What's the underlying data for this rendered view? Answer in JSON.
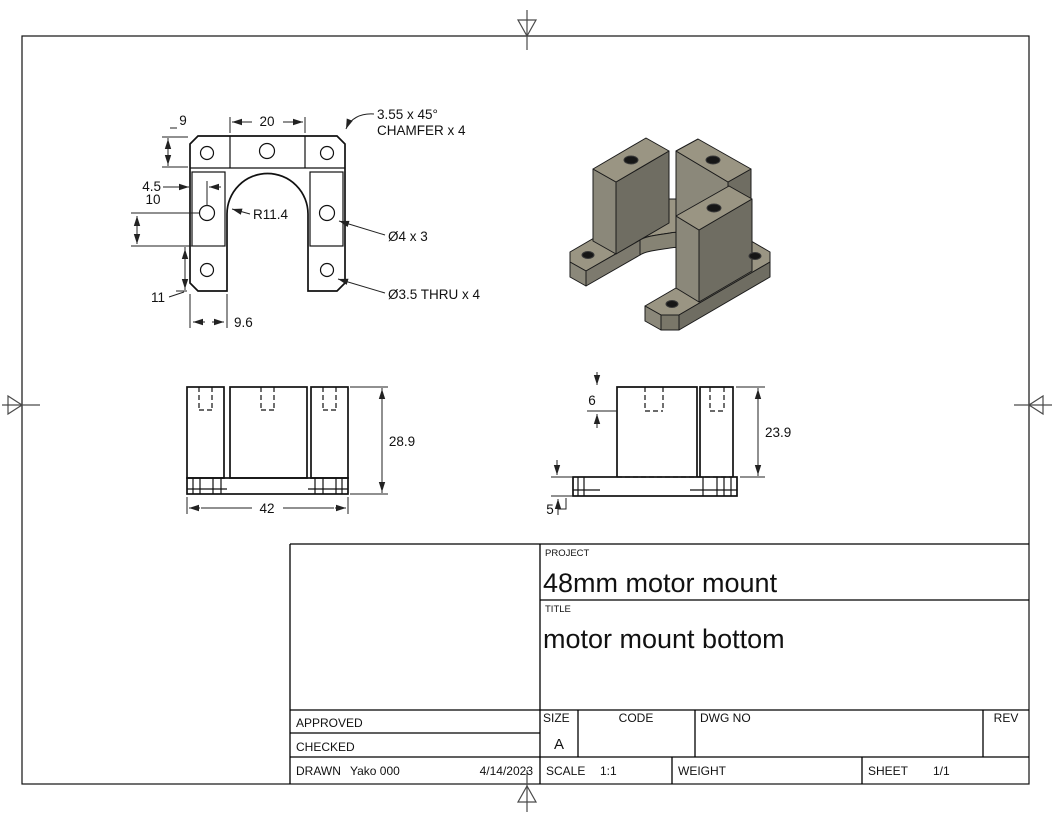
{
  "drawing": {
    "top_view": {
      "dim_9": "9",
      "dim_20": "20",
      "chamfer_note_line1": "3.55 x 45°",
      "chamfer_note_line2": "CHAMFER x 4",
      "dim_4_5": "4.5",
      "dim_10": "10",
      "radius_note": "R11.4",
      "hole_note_dia4": "Ø4 x 3",
      "dim_11": "11",
      "hole_note_dia35": "Ø3.5 THRU x 4",
      "dim_9_6": "9.6"
    },
    "front_view": {
      "dim_height": "28.9",
      "dim_width": "42"
    },
    "side_view": {
      "dim_hole_depth": "6",
      "dim_height": "23.9",
      "dim_base": "5"
    }
  },
  "title_block": {
    "project_label": "PROJECT",
    "project": "48mm motor mount",
    "title_label": "TITLE",
    "title": "motor mount bottom",
    "approved_label": "APPROVED",
    "checked_label": "CHECKED",
    "drawn_label": "DRAWN",
    "drawn_by": "Yako 000",
    "drawn_date": "4/14/2023",
    "size_label": "SIZE",
    "size": "A",
    "code_label": "CODE",
    "dwg_no_label": "DWG NO",
    "rev_label": "REV",
    "scale_label": "SCALE",
    "scale": "1:1",
    "weight_label": "WEIGHT",
    "sheet_label": "SHEET",
    "sheet": "1/1"
  },
  "colors": {
    "line": "#111111",
    "iso_top_face": "#9a9583",
    "iso_front_face": "#8b887a",
    "iso_side_face": "#6f6d62",
    "hole": "#161616",
    "background": "#ffffff"
  }
}
